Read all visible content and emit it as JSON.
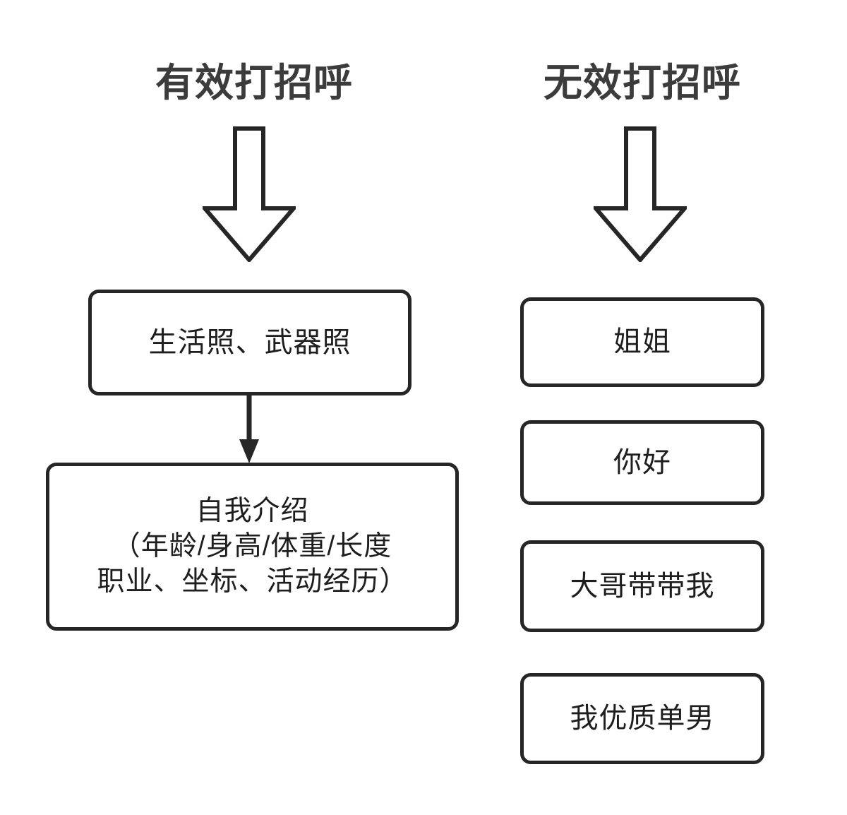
{
  "diagram": {
    "type": "flowchart",
    "background_color": "#ffffff",
    "stroke_color": "#262626",
    "text_color": "#1e1e1e",
    "title_color": "#3c3c3c",
    "columns": [
      {
        "id": "effective",
        "title": "有效打招呼",
        "arrow": "hollow-down-arrow",
        "nodes": [
          {
            "id": "photos",
            "text": "生活照、武器照"
          },
          {
            "id": "self-intro",
            "lines": [
              "自我介绍",
              "（年龄/身高/体重/长度",
              "职业、坐标、活动经历）"
            ]
          }
        ],
        "connector": "solid-arrowhead-down"
      },
      {
        "id": "ineffective",
        "title": "无效打招呼",
        "arrow": "hollow-down-arrow",
        "nodes": [
          {
            "id": "sister",
            "text": "姐姐"
          },
          {
            "id": "hello",
            "text": "你好"
          },
          {
            "id": "bigbro",
            "text": "大哥带带我"
          },
          {
            "id": "quality",
            "text": "我优质单男"
          }
        ]
      }
    ]
  }
}
